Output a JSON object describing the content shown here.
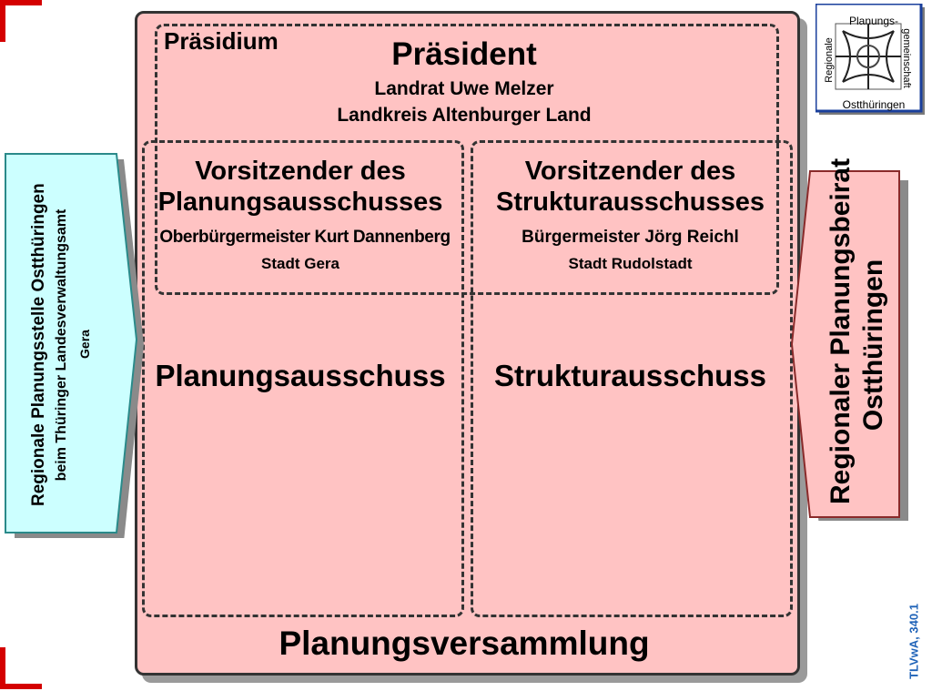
{
  "praesidium_label": "Präsidium",
  "president": {
    "title": "Präsident",
    "name": "Landrat Uwe Melzer",
    "district": "Landkreis Altenburger Land"
  },
  "planning_chair": {
    "title_line1": "Vorsitzender des",
    "title_line2": "Planungsausschusses",
    "name": "Oberbürgermeister Kurt Dannenberg",
    "city": "Stadt Gera"
  },
  "structure_chair": {
    "title_line1": "Vorsitzender des",
    "title_line2": "Strukturausschusses",
    "name": "Bürgermeister Jörg Reichl",
    "city": "Stadt Rudolstadt"
  },
  "planning_committee": "Planungsausschuss",
  "structure_committee": "Strukturausschuss",
  "assembly": "Planungsversammlung",
  "left_box": {
    "line1": "Regionale Planungsstelle Ostthüringen",
    "line2": "beim Thüringer Landesverwaltungsamt",
    "line3": "Gera",
    "color": "#ccffff"
  },
  "right_box": {
    "line1": "Regionaler Planungsbeirat",
    "line2": "Ostthüringen",
    "color": "#ffc3c3"
  },
  "logo": {
    "top": "Planungs-",
    "right": "gemeinschaft",
    "left": "Regionale",
    "bottom": "Ostthüringen",
    "icon": "motorway-interchange-icon"
  },
  "code": "TLVwA, 340.1",
  "colors": {
    "accent_red": "#d40000",
    "main_fill": "#ffc3c3",
    "logo_blue": "#1a3f9c"
  }
}
